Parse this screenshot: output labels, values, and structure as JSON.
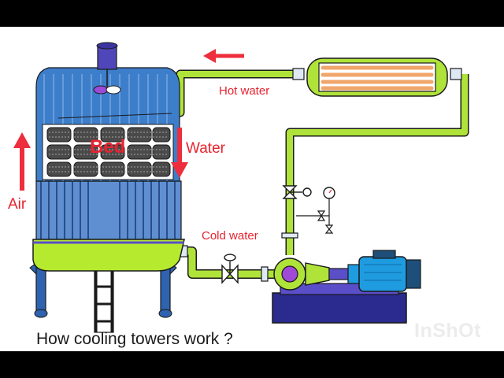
{
  "labels": {
    "hot_water": "Hot water",
    "cold_water": "Cold water",
    "water": "Water",
    "air": "Air",
    "bed": "Bed"
  },
  "caption": "How cooling towers work  ?",
  "watermark": "InShOt",
  "colors": {
    "pipe": "#b0e33a",
    "tower_body": "#2f63b0",
    "tower_top": "#3d7ecb",
    "basin": "#b5ea2f",
    "pump_base": "#2a2a8f",
    "motor": "#1f9be0",
    "arrow": "#ee2d3d",
    "exchanger_tubes": "#f0a66b"
  },
  "icons": [
    "fan-icon",
    "valve-icon",
    "pressure-gauge-icon",
    "flow-arrow-icon",
    "motor-icon",
    "pump-icon"
  ]
}
